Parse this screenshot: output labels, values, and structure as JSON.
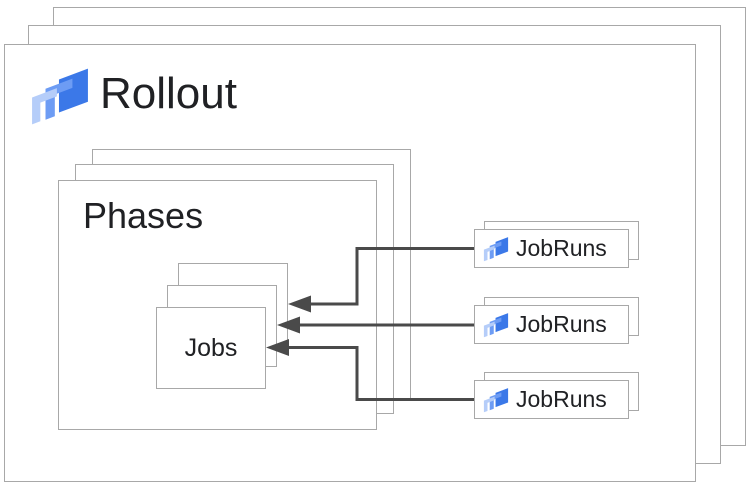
{
  "colors": {
    "background": "#ffffff",
    "border": "#a8a8a8",
    "arrow": "#4a4a4a",
    "text": "#202124",
    "logo-dark": "#3b78e8",
    "logo-mid": "#6d9cf4",
    "logo-light": "#b5cdf9"
  },
  "icons": {
    "logo": "cloud-deploy-icon"
  },
  "rollout": {
    "label": "Rollout"
  },
  "phases": {
    "label": "Phases"
  },
  "jobs": {
    "label": "Jobs"
  },
  "jobruns": [
    {
      "label": "JobRuns"
    },
    {
      "label": "JobRuns"
    },
    {
      "label": "JobRuns"
    }
  ]
}
